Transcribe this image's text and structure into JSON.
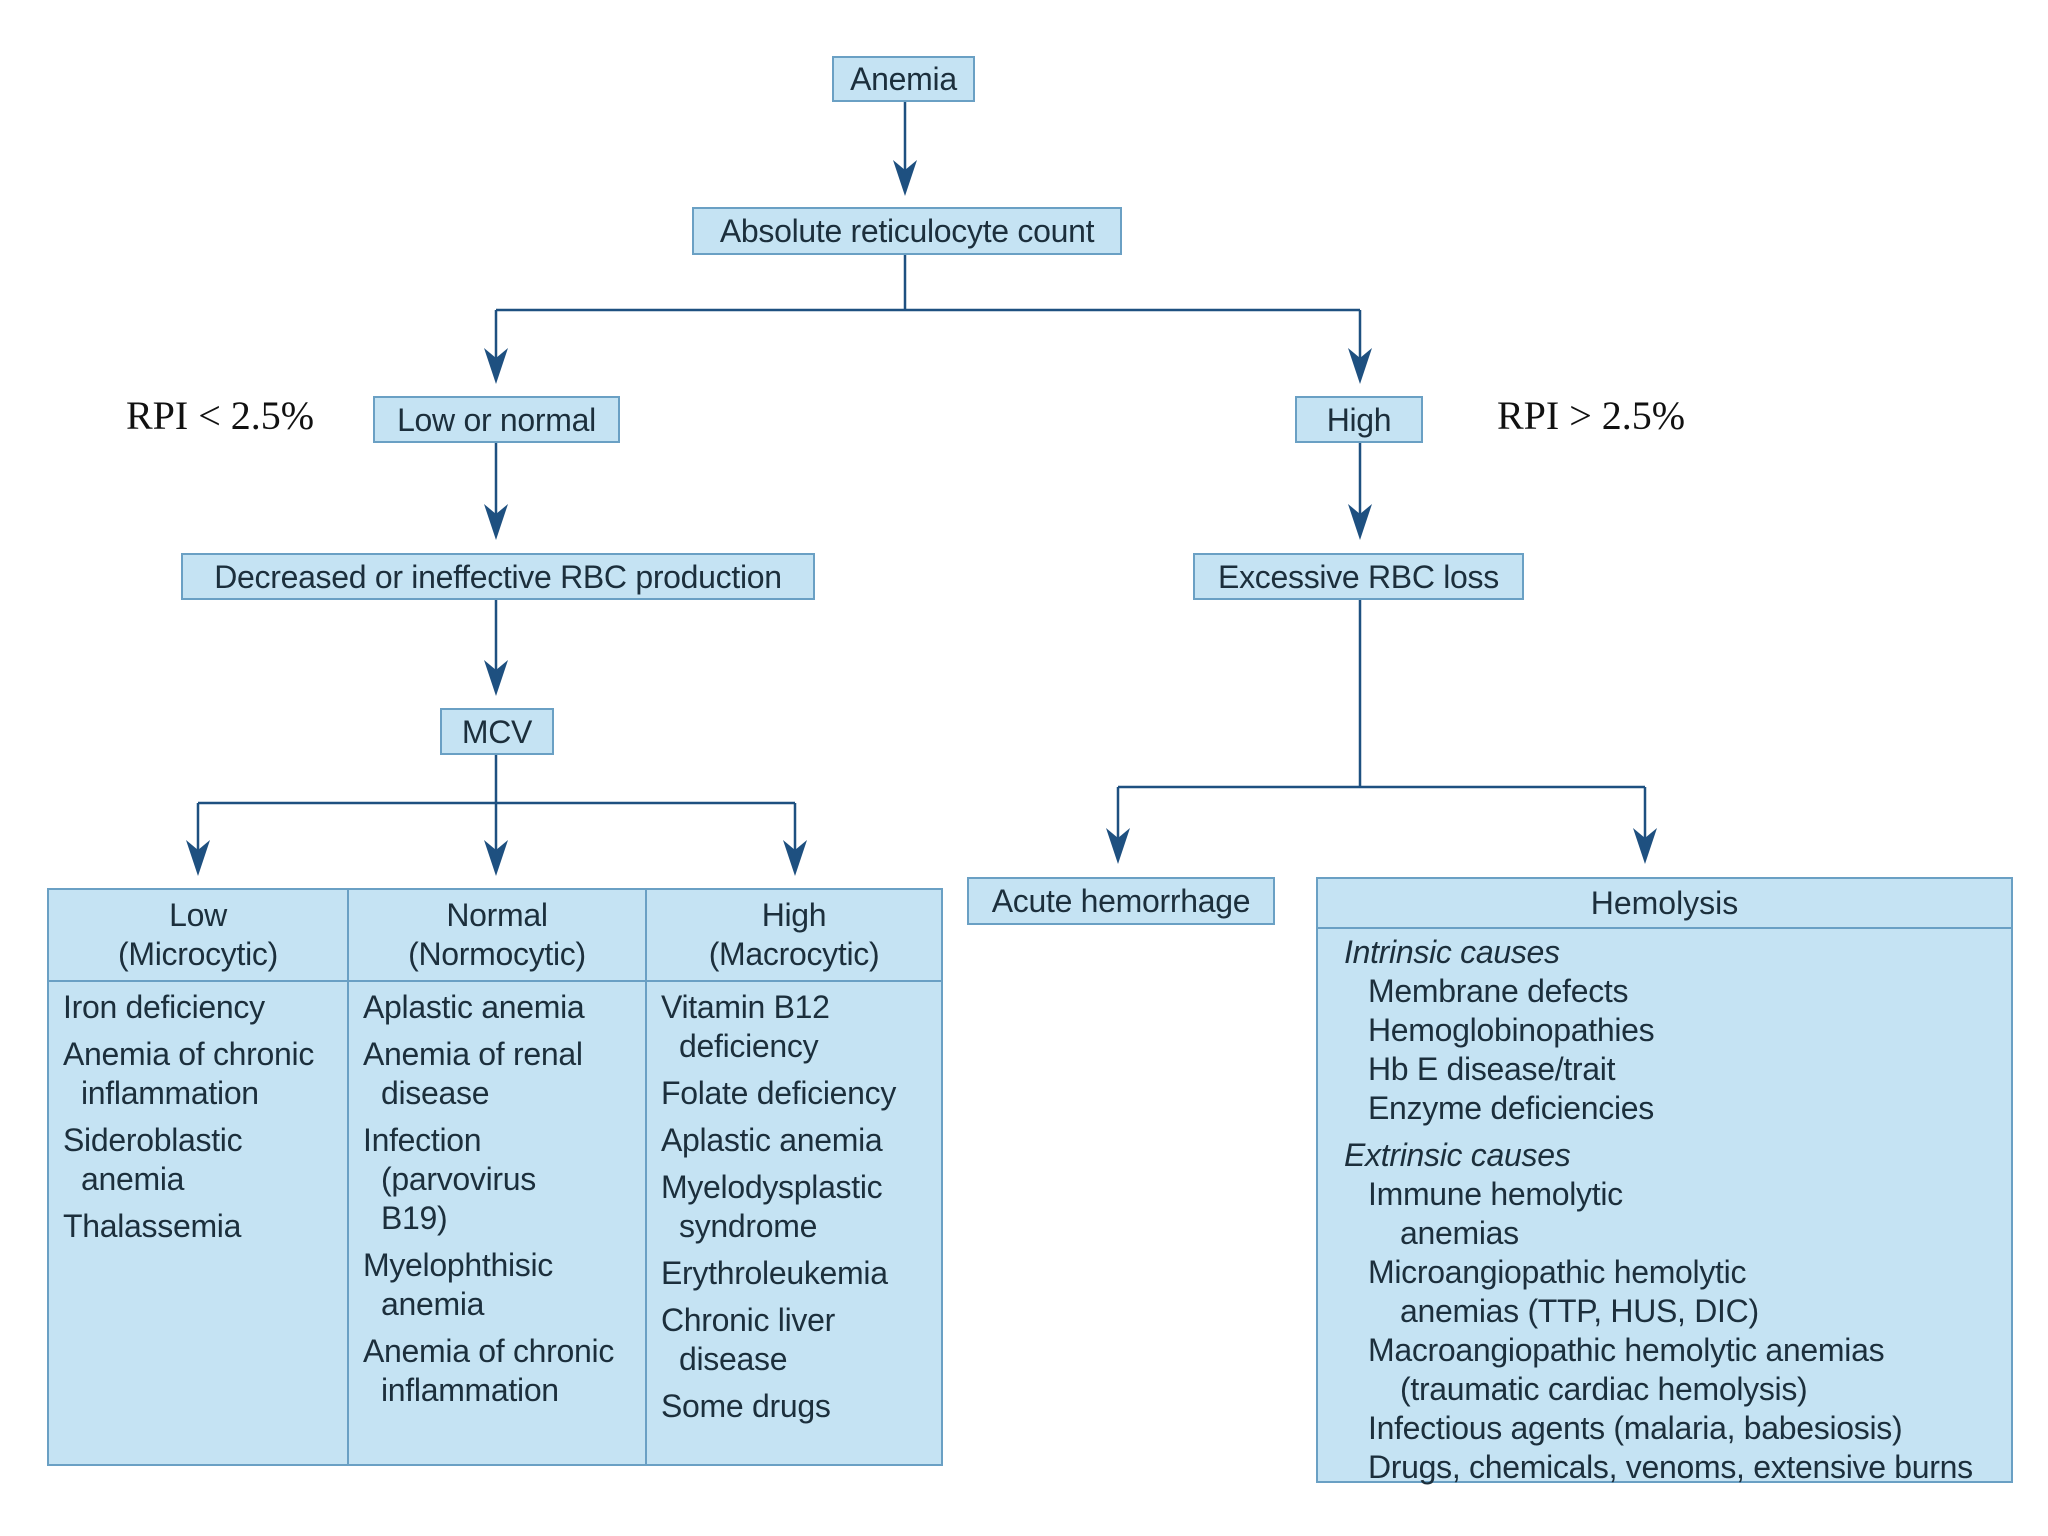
{
  "colors": {
    "box_fill": "#c5e3f3",
    "box_border": "#6aa0c4",
    "arrow": "#1e5080",
    "text": "#1c2f3c"
  },
  "nodes": {
    "anemia": "Anemia",
    "retic": "Absolute reticulocyte count",
    "low_normal": "Low or normal",
    "high": "High",
    "decreased": "Decreased or ineffective RBC production",
    "excessive": "Excessive RBC loss",
    "mcv": "MCV",
    "acute": "Acute hemorrhage"
  },
  "rpi_low": "RPI < 2.5%",
  "rpi_high": "RPI > 2.5%",
  "mcv_table": [
    {
      "head": [
        "Low",
        "(Microcytic)"
      ],
      "items": [
        "Iron deficiency",
        "Anemia of chronic inflammation",
        "Sideroblastic anemia",
        "Thalassemia"
      ]
    },
    {
      "head": [
        "Normal",
        "(Normocytic)"
      ],
      "items": [
        "Aplastic anemia",
        "Anemia of renal disease",
        "Infection (parvovirus B19)",
        "Myelophthisic anemia",
        "Anemia of chronic inflammation"
      ]
    },
    {
      "head": [
        "High",
        "(Macrocytic)"
      ],
      "items": [
        "Vitamin B12 deficiency",
        "Folate deficiency",
        "Aplastic anemia",
        "Myelodysplastic syndrome",
        "Erythroleukemia",
        "Chronic liver disease",
        "Some drugs"
      ]
    }
  ],
  "hemolysis": {
    "title": "Hemolysis",
    "intrinsic": {
      "title": "Intrinsic causes",
      "items": [
        "Membrane defects",
        "Hemoglobinopathies",
        "Hb E disease/trait",
        "Enzyme deficiencies"
      ]
    },
    "extrinsic": {
      "title": "Extrinsic causes",
      "items": [
        "Immune hemolytic anemias",
        "Microangiopathic hemolytic anemias (TTP, HUS, DIC)",
        "Macroangiopathic hemolytic anemias (traumatic cardiac hemolysis)",
        "Infectious agents (malaria, babesiosis)",
        "Drugs, chemicals, venoms, extensive burns"
      ]
    }
  }
}
